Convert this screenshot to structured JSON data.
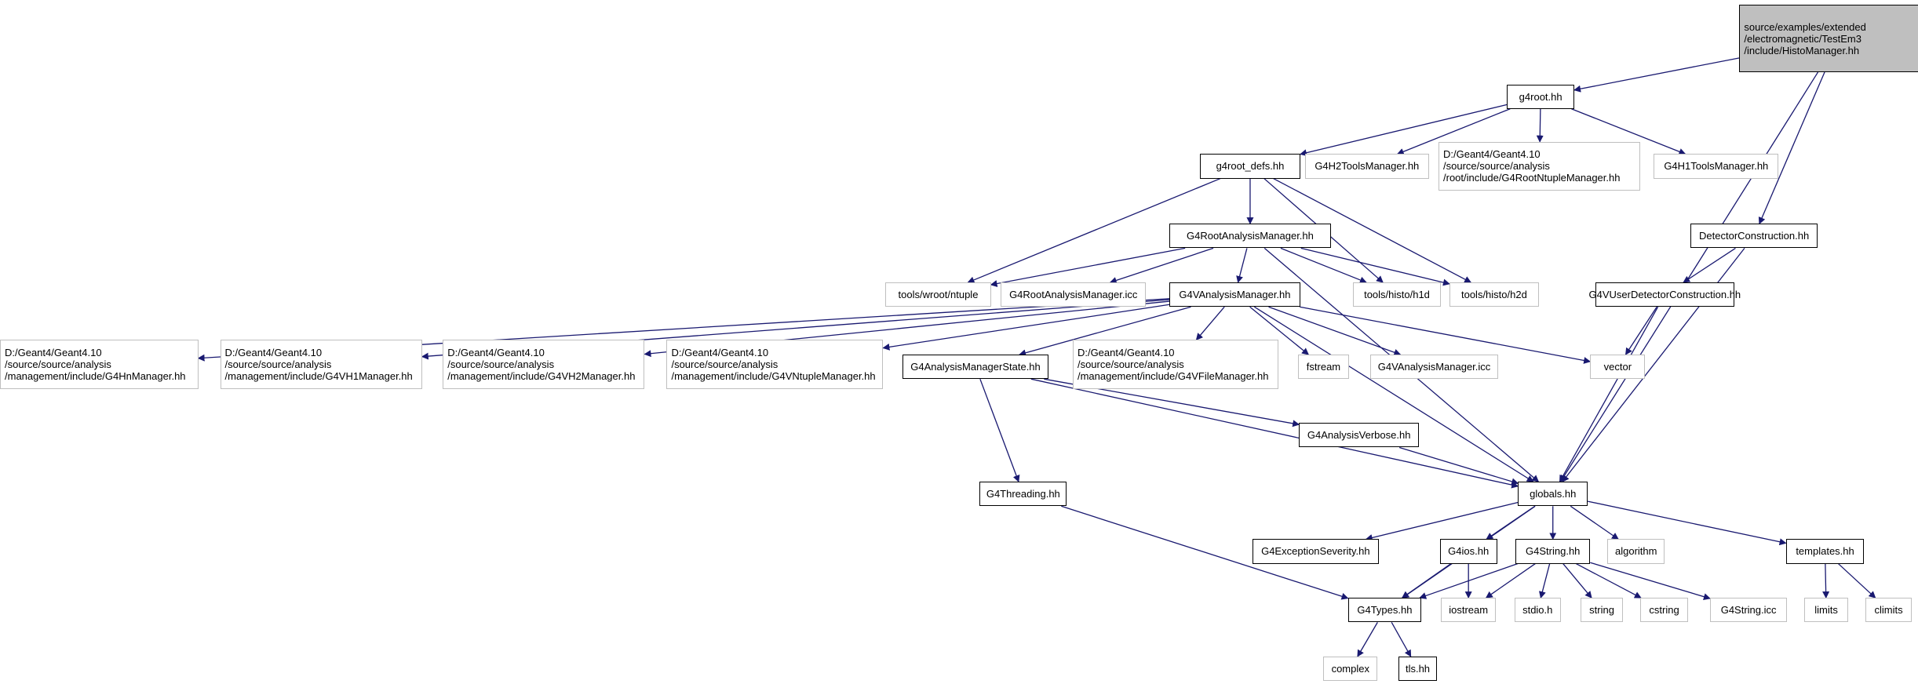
{
  "diagram": {
    "title": "",
    "nodes": [
      {
        "id": "root",
        "label": "source/examples/extended\n/electromagnetic/TestEm3\n/include/HistoManager.hh",
        "kind": "root"
      },
      {
        "id": "g4root",
        "label": "g4root.hh",
        "kind": "found"
      },
      {
        "id": "g4root_defs",
        "label": "g4root_defs.hh",
        "kind": "found"
      },
      {
        "id": "g4h2tools",
        "label": "G4H2ToolsManager.hh",
        "kind": "missing"
      },
      {
        "id": "g4rootntuple",
        "label": "D:/Geant4/Geant4.10\n/source/source/analysis\n/root/include/G4RootNtupleManager.hh",
        "kind": "missing"
      },
      {
        "id": "g4h1tools",
        "label": "G4H1ToolsManager.hh",
        "kind": "missing"
      },
      {
        "id": "g4rootanalysis",
        "label": "G4RootAnalysisManager.hh",
        "kind": "found"
      },
      {
        "id": "detector",
        "label": "DetectorConstruction.hh",
        "kind": "found"
      },
      {
        "id": "wroot",
        "label": "tools/wroot/ntuple",
        "kind": "missing"
      },
      {
        "id": "g4rootanalysis_icc",
        "label": "G4RootAnalysisManager.icc",
        "kind": "missing"
      },
      {
        "id": "g4vanalysis",
        "label": "G4VAnalysisManager.hh",
        "kind": "found"
      },
      {
        "id": "h1d",
        "label": "tools/histo/h1d",
        "kind": "missing"
      },
      {
        "id": "h2d",
        "label": "tools/histo/h2d",
        "kind": "missing"
      },
      {
        "id": "g4vuserdet",
        "label": "G4VUserDetectorConstruction.hh",
        "kind": "found"
      },
      {
        "id": "g4hn",
        "label": "D:/Geant4/Geant4.10\n/source/source/analysis\n/management/include/G4HnManager.hh",
        "kind": "missing"
      },
      {
        "id": "g4vh1",
        "label": "D:/Geant4/Geant4.10\n/source/source/analysis\n/management/include/G4VH1Manager.hh",
        "kind": "missing"
      },
      {
        "id": "g4vh2",
        "label": "D:/Geant4/Geant4.10\n/source/source/analysis\n/management/include/G4VH2Manager.hh",
        "kind": "missing"
      },
      {
        "id": "g4vntuple",
        "label": "D:/Geant4/Geant4.10\n/source/source/analysis\n/management/include/G4VNtupleManager.hh",
        "kind": "missing"
      },
      {
        "id": "g4statemgr",
        "label": "G4AnalysisManagerState.hh",
        "kind": "found"
      },
      {
        "id": "g4vfile",
        "label": "D:/Geant4/Geant4.10\n/source/source/analysis\n/management/include/G4VFileManager.hh",
        "kind": "missing"
      },
      {
        "id": "fstream",
        "label": "fstream",
        "kind": "missing"
      },
      {
        "id": "g4vanalysis_icc",
        "label": "G4VAnalysisManager.icc",
        "kind": "missing"
      },
      {
        "id": "vector",
        "label": "vector",
        "kind": "missing"
      },
      {
        "id": "g4verbose",
        "label": "G4AnalysisVerbose.hh",
        "kind": "found"
      },
      {
        "id": "g4threading",
        "label": "G4Threading.hh",
        "kind": "found"
      },
      {
        "id": "globals",
        "label": "globals.hh",
        "kind": "found"
      },
      {
        "id": "g4exception",
        "label": "G4ExceptionSeverity.hh",
        "kind": "found"
      },
      {
        "id": "g4ios",
        "label": "G4ios.hh",
        "kind": "found"
      },
      {
        "id": "g4string",
        "label": "G4String.hh",
        "kind": "found"
      },
      {
        "id": "algorithm",
        "label": "algorithm",
        "kind": "missing"
      },
      {
        "id": "templates",
        "label": "templates.hh",
        "kind": "found"
      },
      {
        "id": "g4types",
        "label": "G4Types.hh",
        "kind": "found"
      },
      {
        "id": "iostream",
        "label": "iostream",
        "kind": "missing"
      },
      {
        "id": "stdio",
        "label": "stdio.h",
        "kind": "missing"
      },
      {
        "id": "string",
        "label": "string",
        "kind": "missing"
      },
      {
        "id": "cstring",
        "label": "cstring",
        "kind": "missing"
      },
      {
        "id": "g4string_icc",
        "label": "G4String.icc",
        "kind": "missing"
      },
      {
        "id": "limits",
        "label": "limits",
        "kind": "missing"
      },
      {
        "id": "climits",
        "label": "climits",
        "kind": "missing"
      },
      {
        "id": "complex",
        "label": "complex",
        "kind": "missing"
      },
      {
        "id": "tls",
        "label": "tls.hh",
        "kind": "found"
      }
    ],
    "edges": [
      [
        "root",
        "g4root"
      ],
      [
        "root",
        "detector"
      ],
      [
        "root",
        "globals"
      ],
      [
        "g4root",
        "g4root_defs"
      ],
      [
        "g4root",
        "g4h2tools"
      ],
      [
        "g4root",
        "g4rootntuple"
      ],
      [
        "g4root",
        "g4h1tools"
      ],
      [
        "g4root_defs",
        "g4rootanalysis"
      ],
      [
        "g4root_defs",
        "wroot"
      ],
      [
        "g4root_defs",
        "h1d"
      ],
      [
        "g4root_defs",
        "h2d"
      ],
      [
        "g4rootanalysis",
        "wroot"
      ],
      [
        "g4rootanalysis",
        "g4rootanalysis_icc"
      ],
      [
        "g4rootanalysis",
        "g4vanalysis"
      ],
      [
        "g4rootanalysis",
        "h1d"
      ],
      [
        "g4rootanalysis",
        "h2d"
      ],
      [
        "g4rootanalysis",
        "globals"
      ],
      [
        "detector",
        "g4vuserdet"
      ],
      [
        "detector",
        "globals"
      ],
      [
        "g4vuserdet",
        "vector"
      ],
      [
        "g4vuserdet",
        "globals"
      ],
      [
        "g4vanalysis",
        "g4hn"
      ],
      [
        "g4vanalysis",
        "g4vh1"
      ],
      [
        "g4vanalysis",
        "g4vh2"
      ],
      [
        "g4vanalysis",
        "g4vntuple"
      ],
      [
        "g4vanalysis",
        "g4statemgr"
      ],
      [
        "g4vanalysis",
        "g4vfile"
      ],
      [
        "g4vanalysis",
        "fstream"
      ],
      [
        "g4vanalysis",
        "g4vanalysis_icc"
      ],
      [
        "g4vanalysis",
        "vector"
      ],
      [
        "g4vanalysis",
        "globals"
      ],
      [
        "g4statemgr",
        "g4verbose"
      ],
      [
        "g4statemgr",
        "g4threading"
      ],
      [
        "g4statemgr",
        "globals"
      ],
      [
        "g4verbose",
        "globals"
      ],
      [
        "g4threading",
        "g4types"
      ],
      [
        "globals",
        "g4exception"
      ],
      [
        "globals",
        "g4ios"
      ],
      [
        "globals",
        "g4string"
      ],
      [
        "globals",
        "algorithm"
      ],
      [
        "globals",
        "templates"
      ],
      [
        "globals",
        "g4types"
      ],
      [
        "g4ios",
        "g4types"
      ],
      [
        "g4ios",
        "iostream"
      ],
      [
        "g4string",
        "g4types"
      ],
      [
        "g4string",
        "iostream"
      ],
      [
        "g4string",
        "stdio"
      ],
      [
        "g4string",
        "string"
      ],
      [
        "g4string",
        "cstring"
      ],
      [
        "g4string",
        "g4string_icc"
      ],
      [
        "templates",
        "limits"
      ],
      [
        "templates",
        "climits"
      ],
      [
        "g4types",
        "complex"
      ],
      [
        "g4types",
        "tls"
      ]
    ]
  },
  "colors": {
    "edge": "#191970",
    "root_fill": "#bfbfbf",
    "found_border": "#000000",
    "missing_border": "#bfbfbf"
  }
}
